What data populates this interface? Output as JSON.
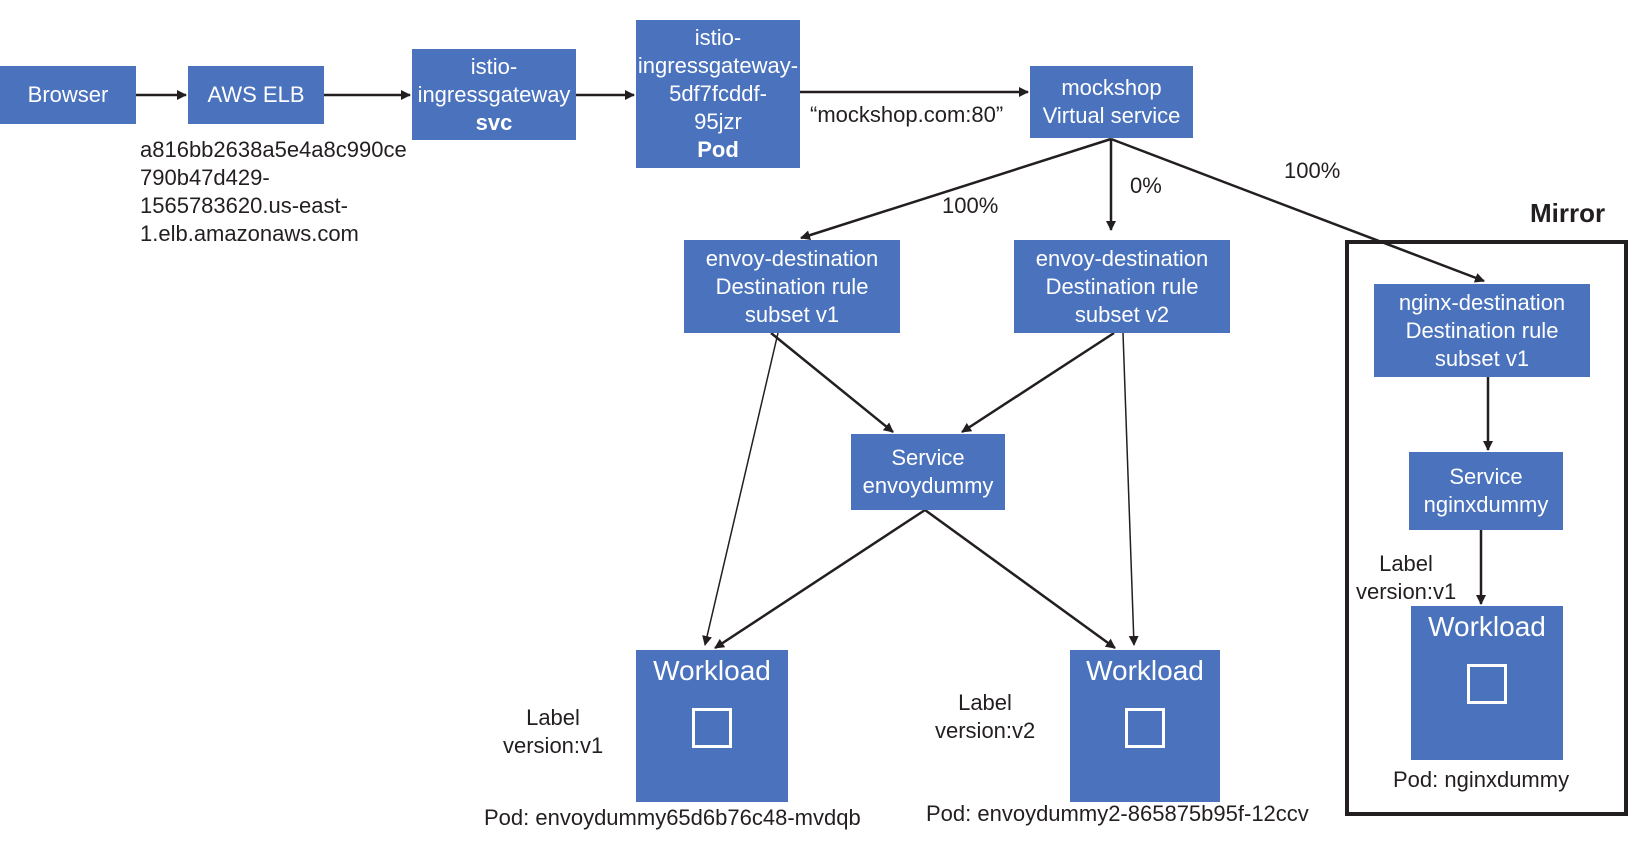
{
  "boxes": {
    "browser": "Browser",
    "aws_elb": "AWS ELB",
    "istio_svc": {
      "line1": "istio-",
      "line2": "ingressgateway",
      "line3": "svc"
    },
    "istio_pod": {
      "line1": "istio-",
      "line2": "ingressgateway-",
      "line3": "5df7fcddf-",
      "line4": "95jzr",
      "line5": "Pod"
    },
    "mockshop_vs": {
      "line1": "mockshop",
      "line2": "Virtual service"
    },
    "envoy_dest_v1": {
      "line1": "envoy-destination",
      "line2": "Destination rule",
      "line3": "subset v1"
    },
    "envoy_dest_v2": {
      "line1": "envoy-destination",
      "line2": "Destination rule",
      "line3": "subset v2"
    },
    "nginx_dest_v1": {
      "line1": "nginx-destination",
      "line2": "Destination rule",
      "line3": "subset v1"
    },
    "service_envoy": {
      "line1": "Service",
      "line2": "envoydummy"
    },
    "service_nginx": {
      "line1": "Service",
      "line2": "nginxdummy"
    },
    "workload_1": "Workload",
    "workload_2": "Workload",
    "workload_3": "Workload"
  },
  "labels": {
    "elb_host": [
      "a816bb2638a5e4a8c990ce",
      "790b47d429-",
      "1565783620.us-east-",
      "1.elb.amazonaws.com"
    ],
    "host_route": "“mockshop.com:80”",
    "pct_v1": "100%",
    "pct_v2": "0%",
    "pct_mirror": "100%",
    "mirror_title": "Mirror",
    "label_v1": {
      "line1": "Label",
      "line2": "version:v1"
    },
    "label_v2": {
      "line1": "Label",
      "line2": "version:v2"
    },
    "label_mirror_v1": {
      "line1": "Label",
      "line2": "version:v1"
    },
    "pod_1": "Pod: envoydummy65d6b76c48-mvdqb",
    "pod_2": "Pod: envoydummy2-865875b95f-12ccv",
    "pod_3": "Pod: nginxdummy"
  },
  "colors": {
    "box": "#4a72bd",
    "box_text": "#ffffff",
    "line": "#231f20"
  }
}
